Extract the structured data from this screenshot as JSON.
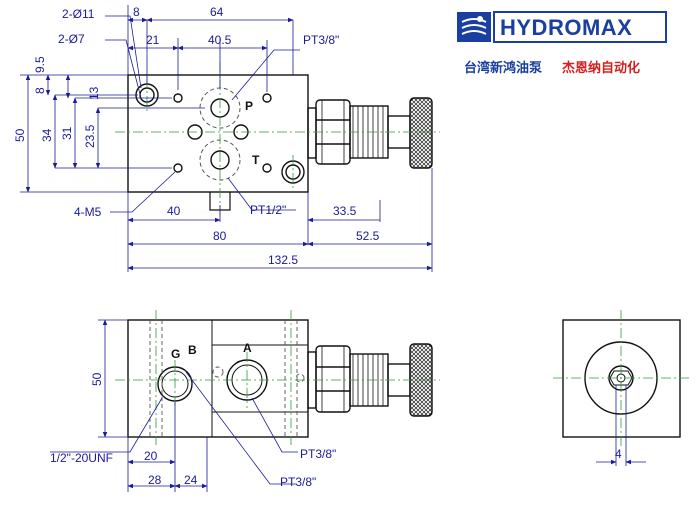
{
  "brand": {
    "logo_text": "HYDROMAX",
    "tagline_blue": "台湾新鸿油泵",
    "tagline_red": "杰恩纳自动化"
  },
  "top_view": {
    "dims": {
      "hole_large": "2-Ø11",
      "hole_small": "2-Ø7",
      "d8_top": "8",
      "d64": "64",
      "d21": "21",
      "d40_5": "40.5",
      "d9_5": "9.5",
      "d8_left": "8",
      "d13": "13",
      "d50": "50",
      "d34": "34",
      "d31": "31",
      "d23_5": "23.5",
      "thread_m5": "4-M5",
      "d40": "40",
      "d33_5": "33.5",
      "d80": "80",
      "d52_5": "52.5",
      "d132_5": "132.5"
    },
    "ports": {
      "p": "P",
      "t": "T"
    },
    "callouts": {
      "pt38": "PT3/8\"",
      "pt12": "PT1/2\""
    }
  },
  "front_view": {
    "dims": {
      "d50": "50",
      "unf": "1/2\"-20UNF",
      "d20": "20",
      "d28": "28",
      "d24": "24"
    },
    "ports": {
      "g": "G",
      "b": "B",
      "a": "A"
    },
    "callouts": {
      "pt38_a": "PT3/8\"",
      "pt38_b": "PT3/8\""
    }
  },
  "side_view": {
    "dims": {
      "d4": "4"
    }
  },
  "colors": {
    "outline": "#111111",
    "dimension": "#1a1a9a",
    "centerline": "#2e9a3a",
    "hidden": "#555555",
    "brand_blue": "#1a3fa0",
    "brand_red": "#d42020"
  }
}
